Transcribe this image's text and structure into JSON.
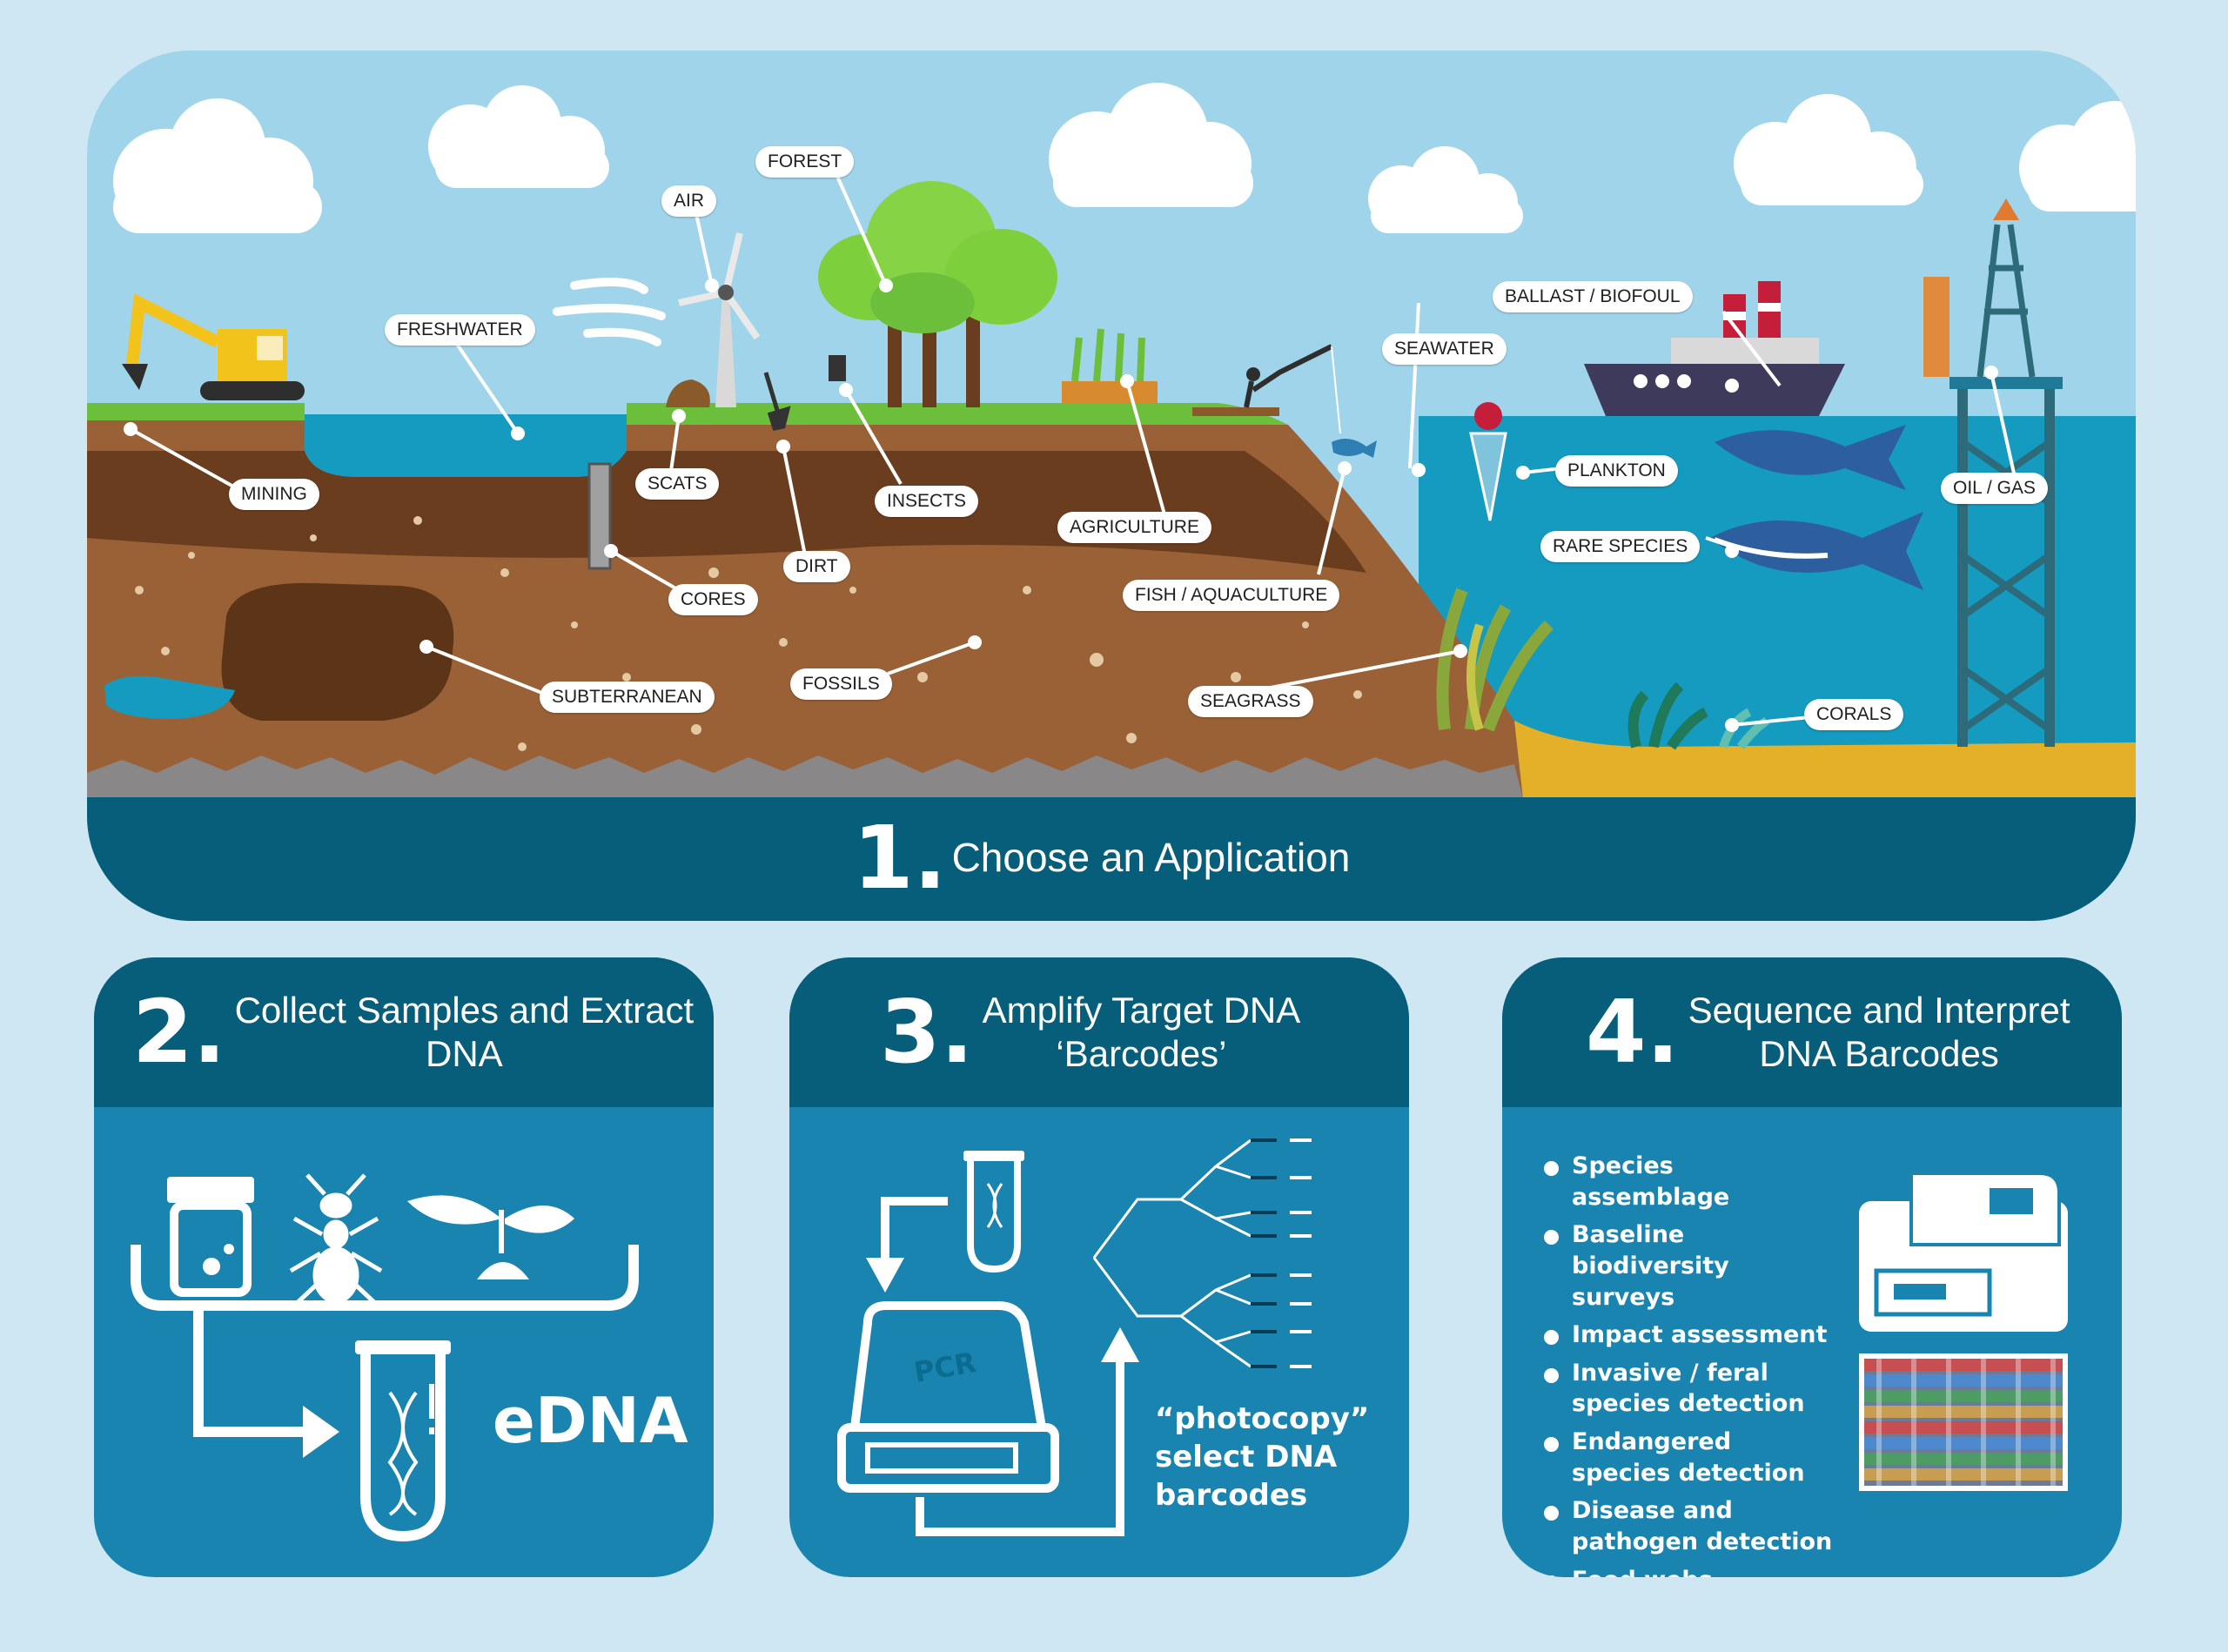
{
  "step1": {
    "number": "1.",
    "title": "Choose an Application"
  },
  "labels": {
    "forest": "FOREST",
    "air": "AIR",
    "freshwater": "FRESHWATER",
    "mining": "MINING",
    "scats": "SCATS",
    "insects": "INSECTS",
    "agriculture": "AGRICULTURE",
    "cores": "CORES",
    "dirt": "DIRT",
    "subterranean": "SUBTERRANEAN",
    "fossils": "FOSSILS",
    "fish": "FISH / AQUACULTURE",
    "seagrass": "SEAGRASS",
    "seawater": "SEAWATER",
    "ballast": "BALLAST / BIOFOUL",
    "plankton": "PLANKTON",
    "oilgas": "OIL / GAS",
    "rare": "RARE SPECIES",
    "corals": "CORALS"
  },
  "step2": {
    "number": "2.",
    "title_line1": "Collect Samples and Extract",
    "title_line2": "DNA",
    "edna": "eDNA"
  },
  "step3": {
    "number": "3.",
    "title_line1": "Amplify Target DNA",
    "title_line2": "‘Barcodes’",
    "pcr": "PCR",
    "caption_line1": "“photocopy”",
    "caption_line2": "select DNA",
    "caption_line3": "barcodes"
  },
  "step4": {
    "number": "4.",
    "title_line1": "Sequence and Interpret",
    "title_line2": "DNA Barcodes",
    "bullets": [
      "Species  assemblage",
      "Baseline biodiversity surveys",
      "Impact assessment",
      "Invasive / feral species detection",
      "Endangered species detection",
      "Disease and pathogen detection",
      "Food  webs"
    ]
  },
  "colors": {
    "dark_teal": "#075e7a",
    "mid_blue": "#1a84b1",
    "sky": "#9fd4ea",
    "background": "#cfe7f3",
    "soil": "#9a6136",
    "sea": "#159ac0",
    "sand": "#e3b028"
  }
}
